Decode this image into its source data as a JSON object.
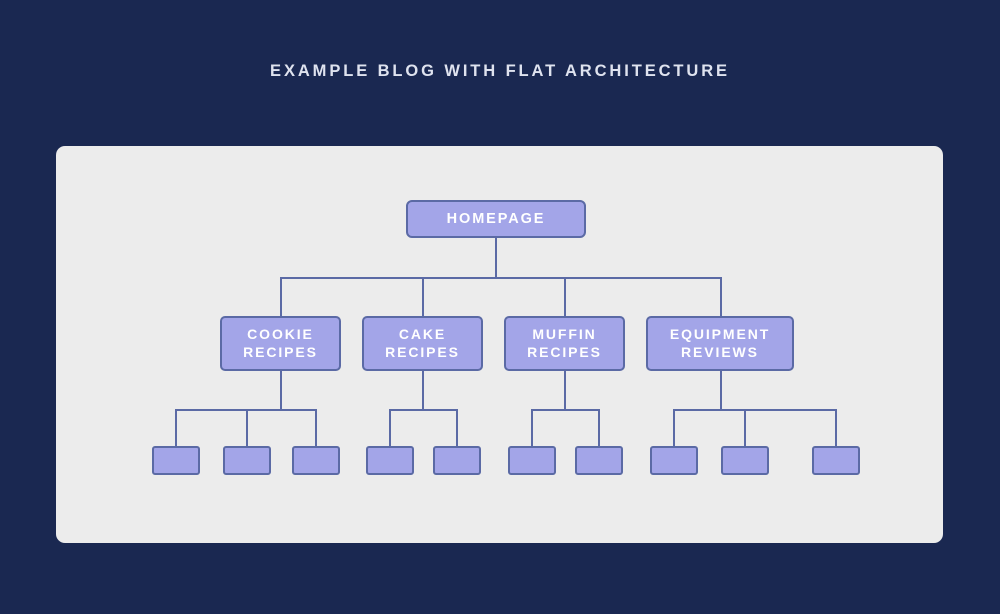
{
  "page": {
    "title": "EXAMPLE BLOG WITH FLAT ARCHITECTURE",
    "background_color": "#1a2851",
    "panel_color": "#ececec",
    "node_fill_color": "#a3a5e8",
    "node_border_color": "#5b6aa5",
    "node_text_color": "#ffffff"
  },
  "diagram": {
    "type": "tree",
    "root": {
      "label": "HOMEPAGE"
    },
    "categories": [
      {
        "label": "COOKIE\nRECIPES",
        "children": 3
      },
      {
        "label": "CAKE\nRECIPES",
        "children": 2
      },
      {
        "label": "MUFFIN\nRECIPES",
        "children": 2
      },
      {
        "label": "EQUIPMENT\nREVIEWS",
        "children": 3
      }
    ],
    "leaves": [
      {
        "label": ""
      },
      {
        "label": ""
      },
      {
        "label": ""
      },
      {
        "label": ""
      },
      {
        "label": ""
      },
      {
        "label": ""
      },
      {
        "label": ""
      },
      {
        "label": ""
      },
      {
        "label": ""
      },
      {
        "label": ""
      }
    ]
  }
}
